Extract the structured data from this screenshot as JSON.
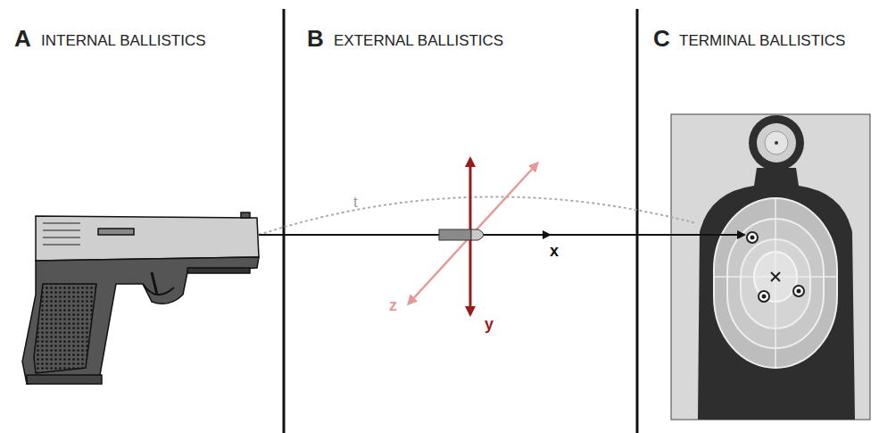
{
  "diagram": {
    "labels": [
      "A",
      "INTERNAL BALLISTICS",
      "B",
      "EXTERNAL BALLISTICS",
      "C",
      "TERMINAL BALLISTICS",
      "t",
      "x",
      "y",
      "z"
    ]
  }
}
